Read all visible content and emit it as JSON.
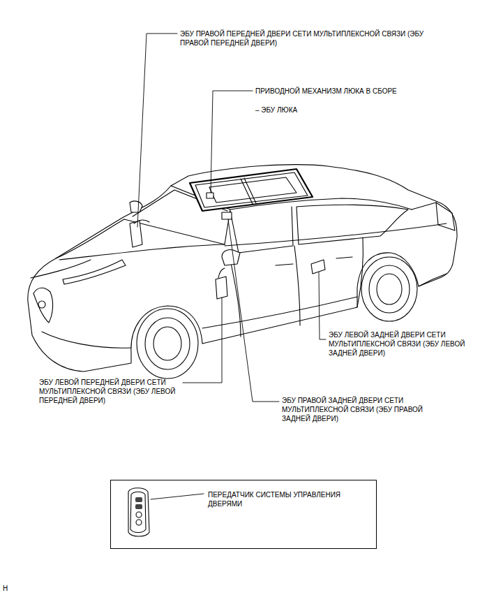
{
  "diagram": {
    "nodes": [
      {
        "text": [
          "ПЕРЕДАТЧИК СИСТЕМЫ УПРАВЛЕНИЯ ДВЕРЯМИ"
        ]
      }
    ],
    "labels": [
      "ЭБУ ПРАВОЙ ПЕРЕДНЕЙ ДВЕРИ СЕТИ МУЛЬТИПЛЕКСНОЙ СВЯЗИ (ЭБУ ПРАВОЙ ПЕРЕДНЕЙ ДВЕРИ)",
      "ПРИВОДНОЙ МЕХАНИЗМ ЛЮКА В СБОРЕ",
      "– ЭБУ ЛЮКА",
      "ЭБУ ЛЕВОЙ ЗАДНЕЙ ДВЕРИ СЕТИ МУЛЬТИПЛЕКСНОЙ СВЯЗИ (ЭБУ ЛЕВОЙ ЗАДНЕЙ ДВЕРИ)",
      "ЭБУ ЛЕВОЙ ПЕРЕДНЕЙ ДВЕРИ СЕТИ МУЛЬТИПЛЕКСНОЙ СВЯЗИ (ЭБУ ЛЕВОЙ ПЕРЕДНЕЙ ДВЕРИ)",
      "ЭБУ ПРАВОЙ ЗАДНЕЙ ДВЕРИ СЕТИ МУЛЬТИПЛЕКСНОЙ СВЯЗИ (ЭБУ ПРАВОЙ ЗАДНЕЙ ДВЕРИ)",
      "H"
    ]
  }
}
